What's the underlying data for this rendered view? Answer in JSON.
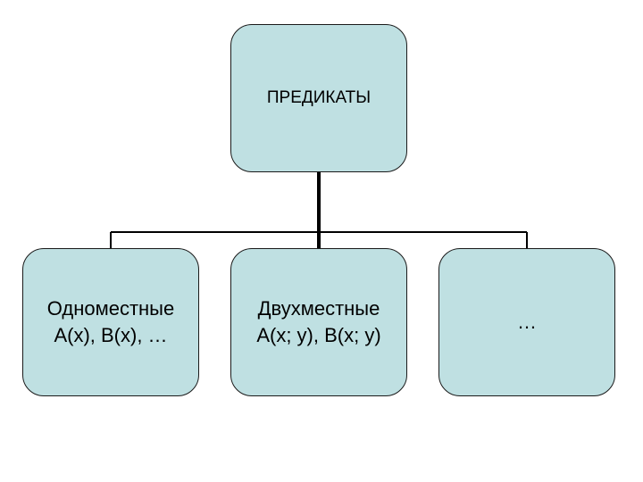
{
  "diagram": {
    "root": {
      "label": "ПРЕДИКАТЫ"
    },
    "children": [
      {
        "label": "Одноместные\nА(х), В(х), …"
      },
      {
        "label": "Двухместные\nА(х; у), В(х; у)"
      },
      {
        "label": "…"
      }
    ]
  },
  "colors": {
    "node_fill": "#bfe0e2",
    "node_border": "#1a1a1a",
    "connector": "#000000"
  }
}
